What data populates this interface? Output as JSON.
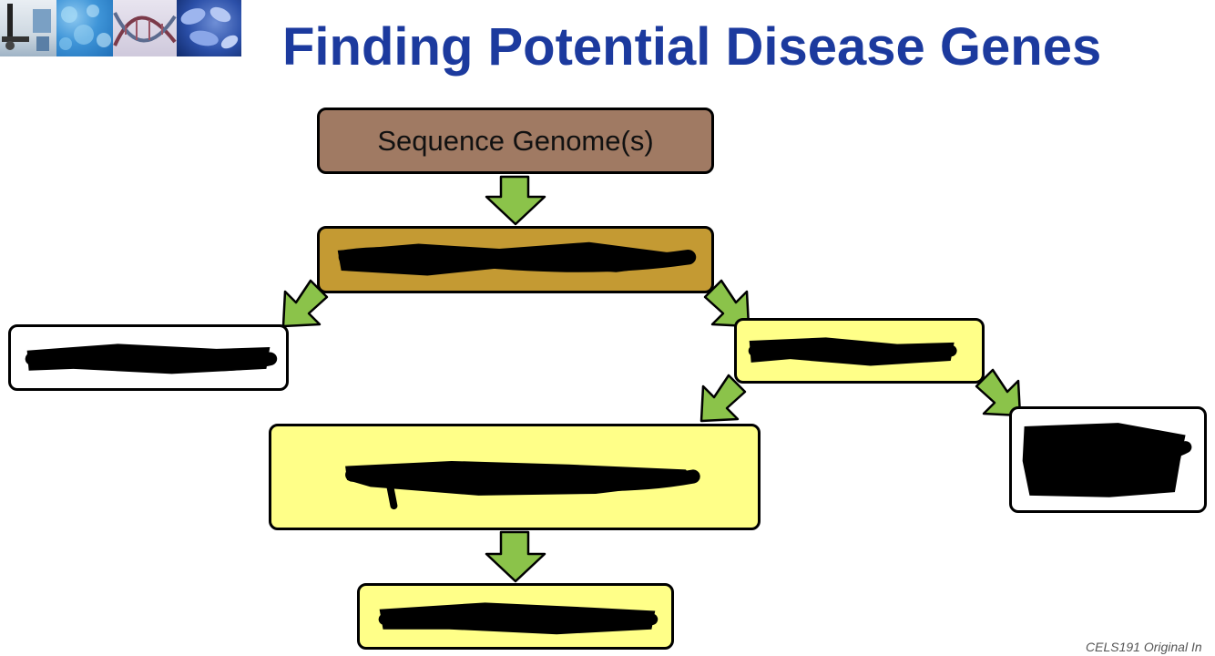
{
  "slide": {
    "title": "Finding Potential Disease Genes",
    "footer": "CELS191 Original In"
  },
  "colors": {
    "title": "#1c3a9e",
    "box_brown": "#a07a63",
    "box_gold": "#c49a33",
    "box_yellow": "#ffff88",
    "box_white": "#ffffff",
    "arrow_green": "#8bc34a",
    "redaction": "#000000"
  },
  "flowchart": {
    "nodes": [
      {
        "id": "sequence-genomes",
        "label": "Sequence Genome(s)",
        "fill": "brown"
      },
      {
        "id": "redacted-node-2",
        "label": "",
        "fill": "gold",
        "redacted": true
      },
      {
        "id": "redacted-node-3",
        "label": "",
        "fill": "white",
        "redacted": true
      },
      {
        "id": "redacted-node-4",
        "label": "",
        "fill": "yellow",
        "redacted": true
      },
      {
        "id": "redacted-node-5",
        "label": "",
        "fill": "yellow",
        "redacted": true
      },
      {
        "id": "redacted-node-6",
        "label": "",
        "fill": "white",
        "redacted": true
      },
      {
        "id": "redacted-node-7",
        "label": "",
        "fill": "yellow",
        "redacted": true
      }
    ],
    "edges": [
      {
        "from": "sequence-genomes",
        "to": "redacted-node-2"
      },
      {
        "from": "redacted-node-2",
        "to": "redacted-node-3"
      },
      {
        "from": "redacted-node-2",
        "to": "redacted-node-4"
      },
      {
        "from": "redacted-node-4",
        "to": "redacted-node-5"
      },
      {
        "from": "redacted-node-4",
        "to": "redacted-node-6"
      },
      {
        "from": "redacted-node-5",
        "to": "redacted-node-7"
      }
    ]
  }
}
